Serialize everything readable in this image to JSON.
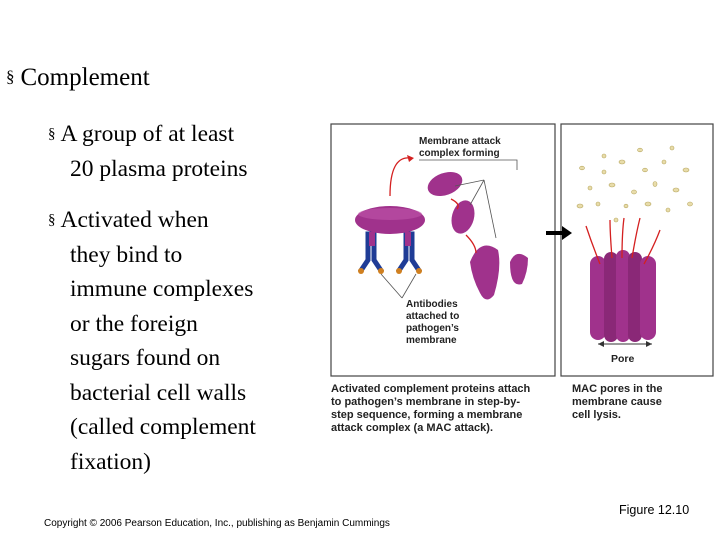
{
  "slide": {
    "main_bullet": "Complement",
    "sub_bullets": [
      {
        "lines": [
          "A group of at least",
          "20 plasma proteins"
        ]
      },
      {
        "lines": [
          "Activated when",
          "they bind to",
          "immune complexes",
          "or the foreign",
          "sugars found on",
          "bacterial cell walls",
          "(called complement",
          "fixation)"
        ]
      }
    ],
    "bullet_glyph": "§"
  },
  "figure": {
    "label_mac_forming": [
      "Membrane attack",
      "complex forming"
    ],
    "label_antibodies": [
      "Antibodies",
      "attached to",
      "pathogen’s",
      "membrane"
    ],
    "label_pore": "Pore",
    "caption_left": [
      "Activated complement proteins attach",
      "to pathogen’s membrane in step-by-",
      "step sequence, forming a membrane",
      "attack complex (a MAC attack)."
    ],
    "caption_right": [
      "MAC pores in the",
      "membrane cause",
      "cell lysis."
    ],
    "colors": {
      "protein": "#a0328c",
      "antibody": "#1f3c96",
      "membrane": "#b8b8b8",
      "arrow_red": "#d42020"
    }
  },
  "figure_label": "Figure 12.10",
  "copyright": "Copyright © 2006 Pearson Education, Inc., publishing as Benjamin Cummings"
}
